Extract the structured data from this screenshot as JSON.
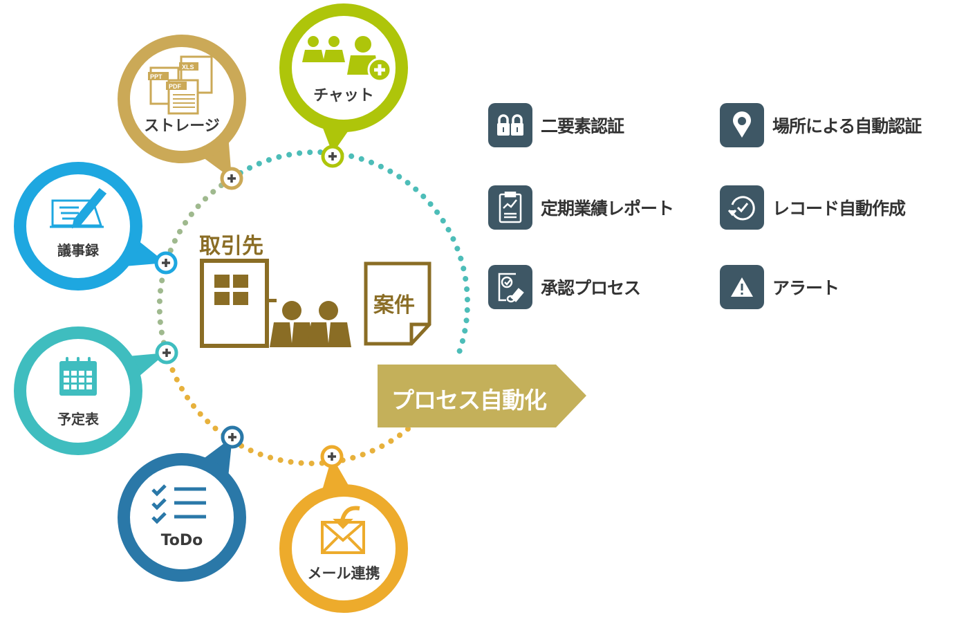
{
  "hub": {
    "title": "取引先",
    "case_label": "案件",
    "banner": "プロセス自動化"
  },
  "bubbles": [
    {
      "label": "ストレージ",
      "color": "#cba957",
      "icon": "files-icon",
      "file_tags": [
        "PPT",
        "XLS",
        "PDF"
      ]
    },
    {
      "label": "チャット",
      "color": "#aec50a",
      "icon": "people-add-icon"
    },
    {
      "label": "議事録",
      "color": "#1ea7e0",
      "icon": "notebook-pen-icon"
    },
    {
      "label": "予定表",
      "color": "#3fbdbf",
      "icon": "calendar-icon"
    },
    {
      "label": "ToDo",
      "color": "#2a78a8",
      "icon": "checklist-icon"
    },
    {
      "label": "メール連携",
      "color": "#edab2c",
      "icon": "mail-icon"
    }
  ],
  "features": [
    {
      "label": "二要素認証",
      "icon": "padlocks-icon"
    },
    {
      "label": "場所による自動認証",
      "icon": "location-pin-icon"
    },
    {
      "label": "定期業績レポート",
      "icon": "clipboard-chart-icon"
    },
    {
      "label": "レコード自動作成",
      "icon": "clock-refresh-icon"
    },
    {
      "label": "承認プロセス",
      "icon": "approval-stamp-icon"
    },
    {
      "label": "アラート",
      "icon": "warning-icon"
    }
  ],
  "colors": {
    "feature_bg": "#3e5765",
    "hub": "#8a6d25",
    "banner": "#c4b05a"
  }
}
